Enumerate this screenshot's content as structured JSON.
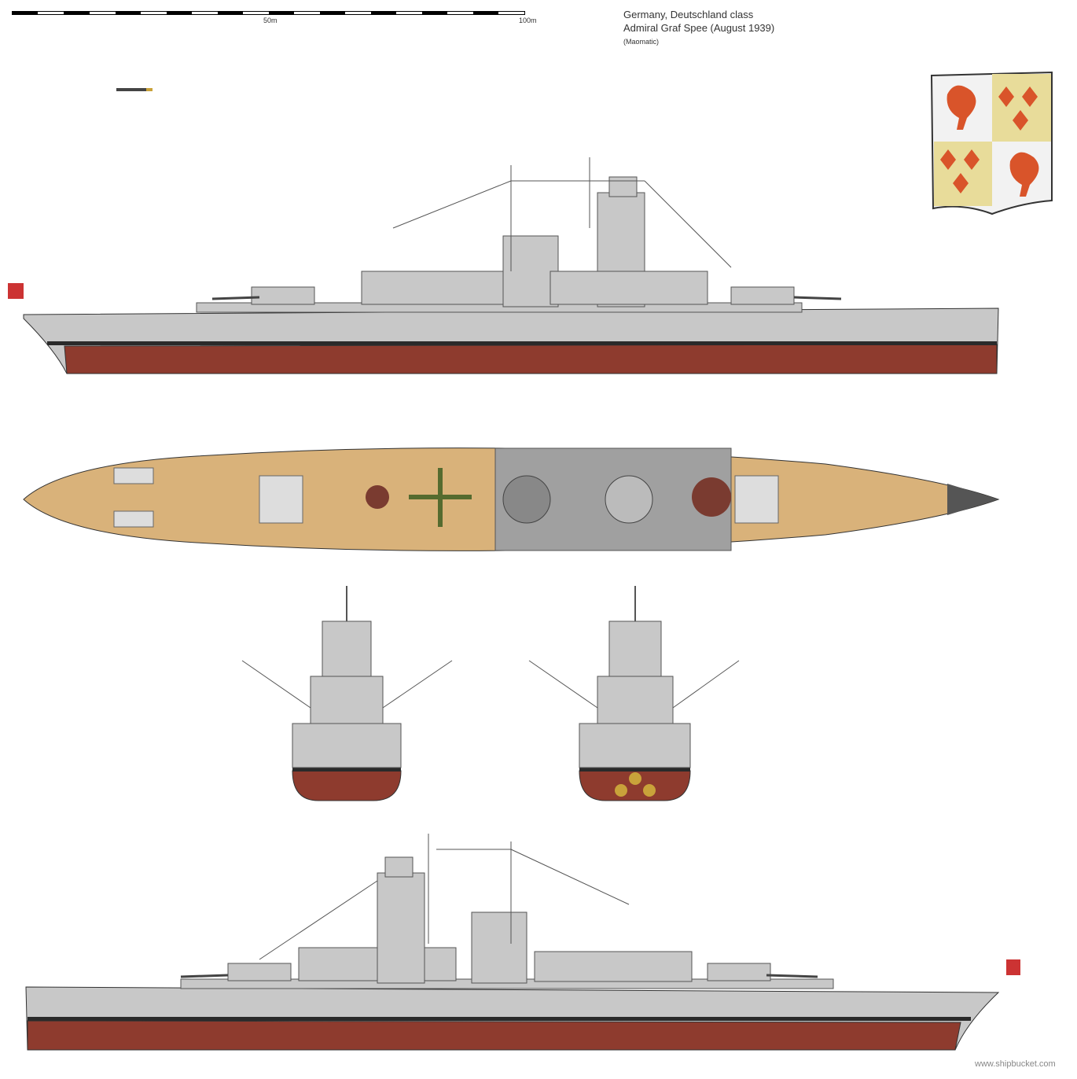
{
  "header": {
    "line1": "Germany, Deutschland class",
    "line2": "Admiral Graf Spee (August 1939)",
    "author": "(Maomatic)"
  },
  "scale_bar": {
    "mid_label": "50m",
    "end_label": "100m"
  },
  "watermark": "www.shipbucket.com",
  "colors": {
    "hull_grey": "#c8c8c8",
    "antifouling": "#8e3b2e",
    "deck": "#d9b27a",
    "boot_top": "#2a2a2a"
  }
}
